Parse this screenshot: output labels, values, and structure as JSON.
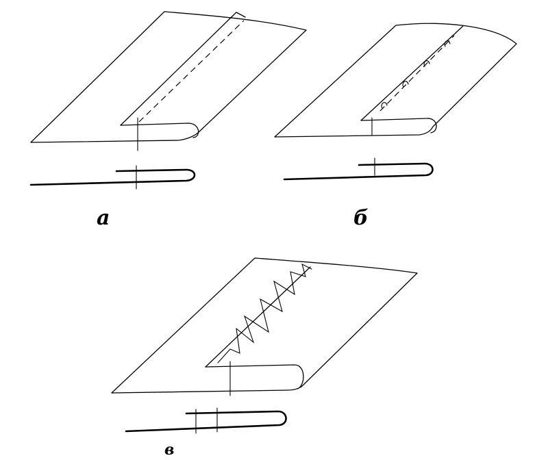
{
  "figure": {
    "labels": {
      "a": "а",
      "b": "б",
      "v": "в"
    },
    "colors": {
      "ink": "#000000",
      "paper": "#ffffff"
    }
  }
}
